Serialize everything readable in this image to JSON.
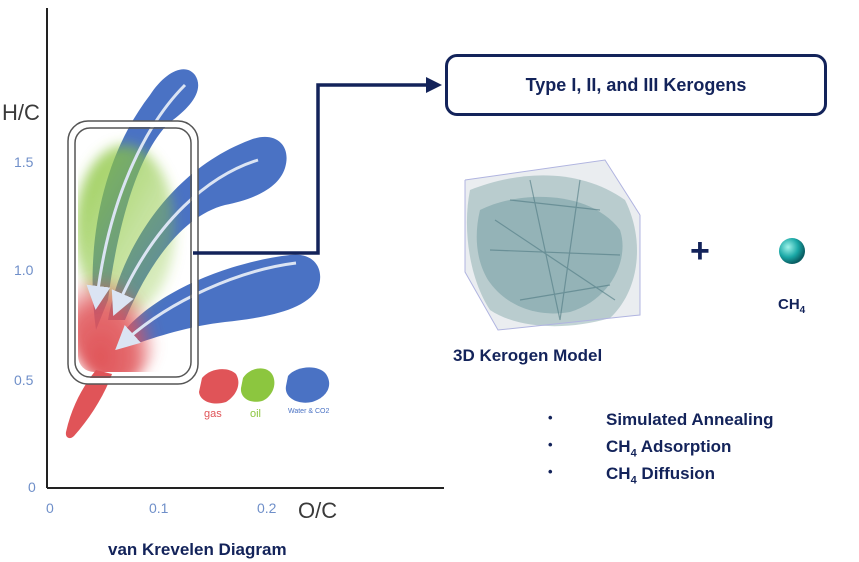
{
  "diagram": {
    "axis": {
      "y_title": "H/C",
      "x_title": "O/C",
      "y_ticks": [
        "1.5",
        "1.0",
        "0.5",
        "0"
      ],
      "x_ticks": [
        "0",
        "0.1",
        "0.2"
      ]
    },
    "caption": "van Krevelen Diagram",
    "legend": [
      {
        "label": "gas",
        "color": "#e05458"
      },
      {
        "label": "oil",
        "color": "#8cc63f"
      },
      {
        "label": "Water & CO2",
        "color": "#4a72c4"
      }
    ]
  },
  "kerogen_types": {
    "title_main": "Type I, II, and III Kerogens"
  },
  "model": {
    "label": "3D Kerogen Model",
    "plus_symbol": "+",
    "molecule_prefix": "CH",
    "molecule_subscript": "4"
  },
  "methods": [
    {
      "bullet": "•",
      "prefix": "",
      "sub": "",
      "text": "Simulated Annealing"
    },
    {
      "bullet": "•",
      "prefix": "CH",
      "sub": "4",
      "text": " Adsorption"
    },
    {
      "bullet": "•",
      "prefix": "CH",
      "sub": "4",
      "text": " Diffusion"
    }
  ],
  "colors": {
    "navy": "#13235a",
    "blue_region": "#4a72c4",
    "green_region": "#8cc63f",
    "red_region": "#e05458",
    "tick_color": "#6f8fc9"
  }
}
